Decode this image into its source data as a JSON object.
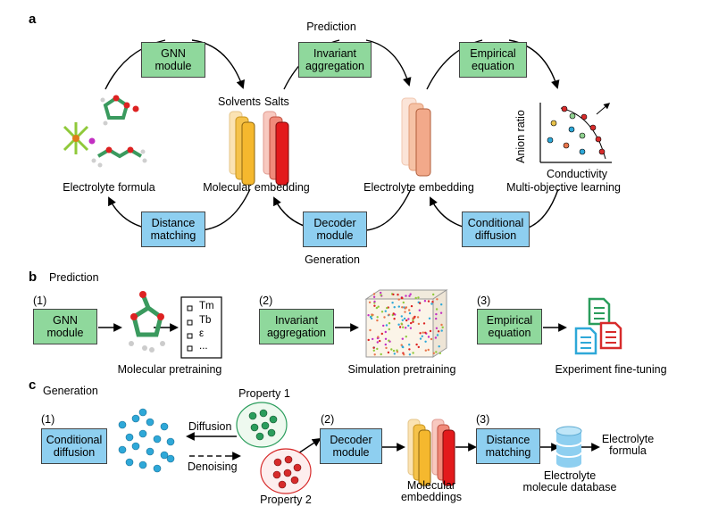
{
  "panels": {
    "a": "a",
    "b": "b",
    "c": "c"
  },
  "a": {
    "top_label": "Prediction",
    "bottom_label": "Generation",
    "gnn_module": "GNN\nmodule",
    "invariant_aggregation": "Invariant\naggregation",
    "empirical_equation": "Empirical\nequation",
    "distance_matching": "Distance\nmatching",
    "decoder_module": "Decoder\nmodule",
    "conditional_diffusion": "Conditional\ndiffusion",
    "solvents": "Solvents",
    "salts": "Salts",
    "electrolyte_formula": "Electrolyte formula",
    "molecular_embedding": "Molecular embedding",
    "electrolyte_embedding": "Electrolyte embedding",
    "multi_objective_learning": "Multi-objective learning",
    "y_axis": "Anion ratio",
    "x_axis": "Conductivity"
  },
  "b": {
    "title": "Prediction",
    "step1": "(1)",
    "step2": "(2)",
    "step3": "(3)",
    "gnn_module": "GNN\nmodule",
    "invariant_aggregation": "Invariant\naggregation",
    "empirical_equation": "Empirical\nequation",
    "molecular_pretraining": "Molecular pretraining",
    "simulation_pretraining": "Simulation pretraining",
    "experiment_finetuning": "Experiment fine-tuning",
    "checklist": [
      "Tm",
      "Tb",
      "ε",
      "..."
    ]
  },
  "c": {
    "title": "Generation",
    "step1": "(1)",
    "step2": "(2)",
    "step3": "(3)",
    "conditional_diffusion": "Conditional\ndiffusion",
    "decoder_module": "Decoder\nmodule",
    "distance_matching": "Distance\nmatching",
    "diffusion": "Diffusion",
    "denoising": "Denoising",
    "property1": "Property 1",
    "property2": "Property 2",
    "molecular_embeddings": "Molecular\nembeddings",
    "database": "Electrolyte\nmolecule database",
    "electrolyte_formula": "Electrolyte\nformula"
  },
  "colors": {
    "green_box": "#8fd89c",
    "blue_box": "#8ecff0",
    "yellow": "#f5b82e",
    "orange": "#e8744a",
    "red": "#e31a1c",
    "salmon": "#f2a98a",
    "node_green": "#2a9d5c",
    "node_red": "#d72b2b",
    "node_blue": "#2ea8d8"
  }
}
